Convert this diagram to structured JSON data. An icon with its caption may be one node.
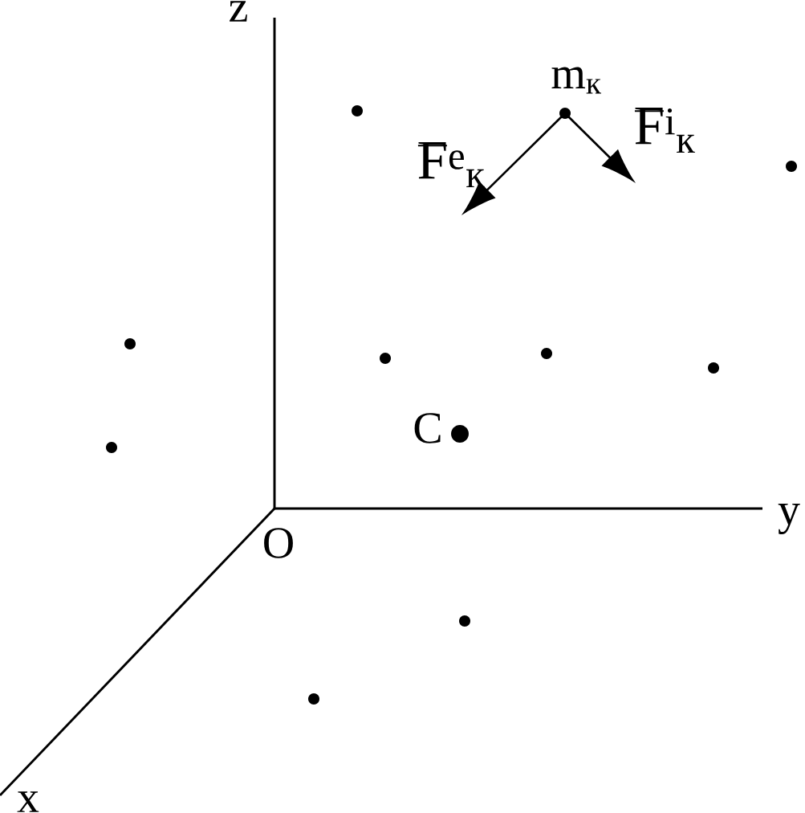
{
  "diagram": {
    "labels": [
      "z",
      "m$_{к}$",
      "F$^{e}$$_{к}$",
      "F$^{i}$$_{к}$",
      "C",
      "O",
      "y",
      "x"
    ]
  }
}
